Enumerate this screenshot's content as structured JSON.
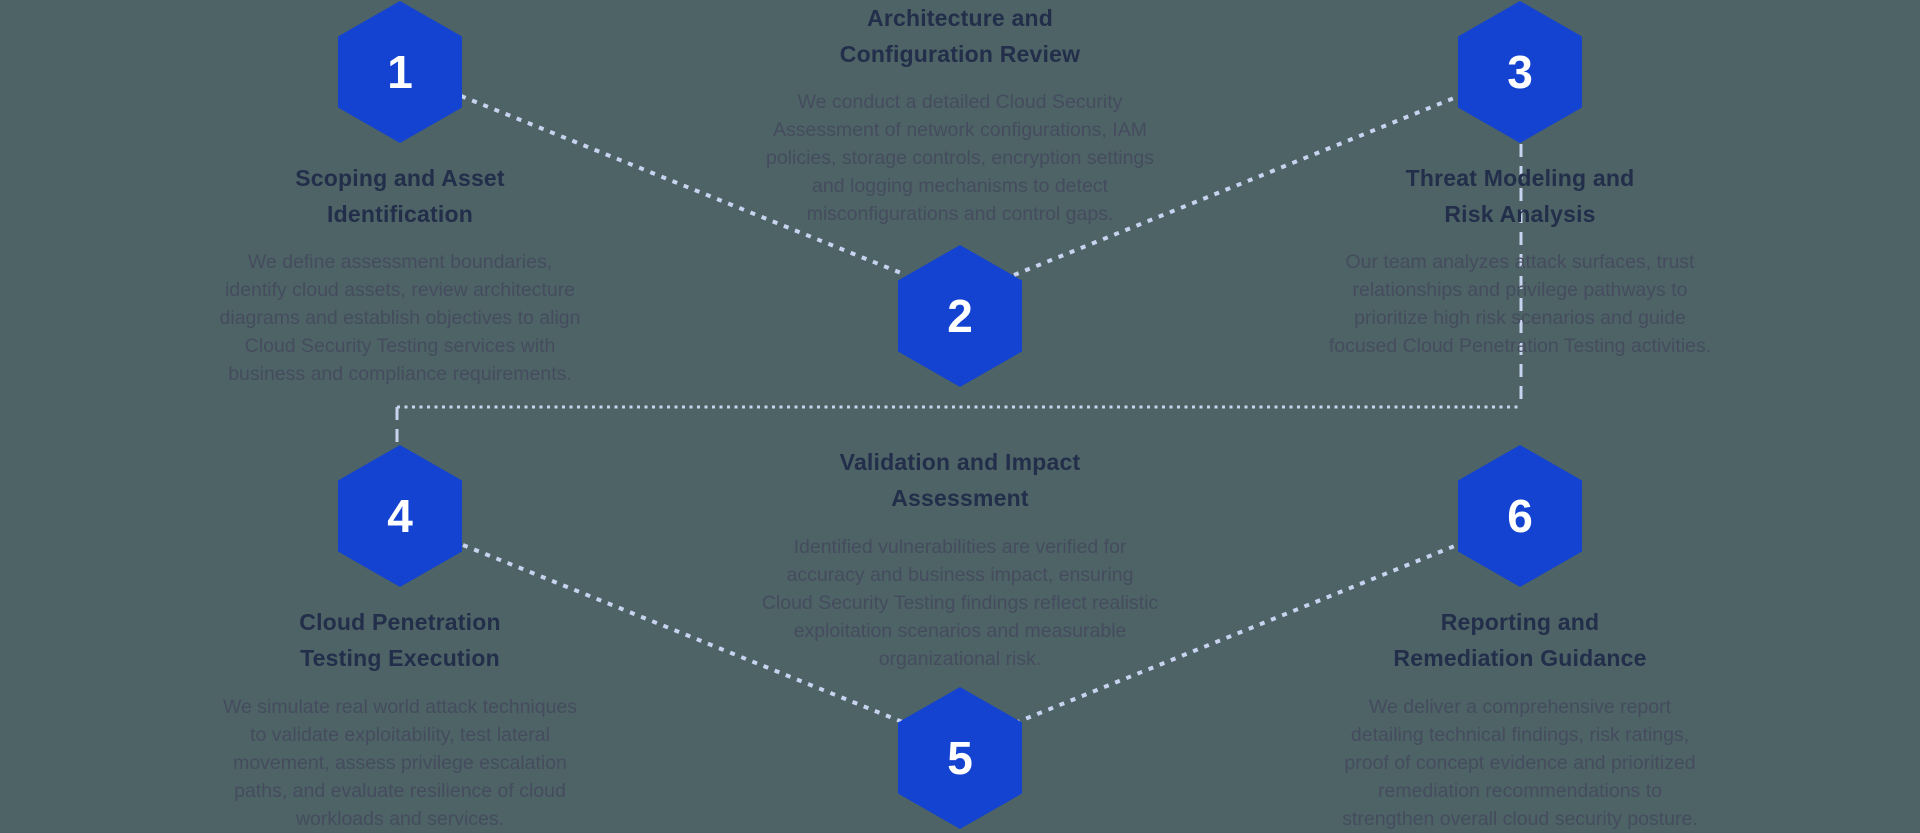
{
  "diagram": {
    "background_color": "#4d6366",
    "hexagon_color": "#1343d0",
    "title_color": "#232e4a",
    "body_text_color": "#454c5e",
    "connector_color": "#c8d3ef",
    "number_color": "#ffffff",
    "steps": [
      {
        "number": "1",
        "title_line1": "Scoping and Asset",
        "title_line2": "Identification",
        "desc_lines": [
          "We define assessment boundaries,",
          "identify cloud assets, review architecture",
          "diagrams and establish objectives to align",
          "Cloud Security Testing services with",
          "business and compliance requirements."
        ]
      },
      {
        "number": "2",
        "title_line1": "Architecture and",
        "title_line2": "Configuration Review",
        "desc_lines": [
          "We conduct a detailed Cloud Security",
          "Assessment of network configurations, IAM",
          "policies, storage controls, encryption settings",
          "and logging mechanisms to detect",
          "misconfigurations and control gaps."
        ]
      },
      {
        "number": "3",
        "title_line1": "Threat Modeling and",
        "title_line2": "Risk Analysis",
        "desc_lines": [
          "Our team analyzes attack surfaces, trust",
          "relationships and privilege pathways to",
          "prioritize high risk scenarios and guide",
          "focused Cloud Penetration Testing activities."
        ]
      },
      {
        "number": "4",
        "title_line1": "Cloud Penetration",
        "title_line2": "Testing Execution",
        "desc_lines": [
          "We simulate real world attack techniques",
          "to validate exploitability, test lateral",
          "movement, assess privilege escalation",
          "paths, and evaluate resilience of cloud",
          "workloads and services."
        ]
      },
      {
        "number": "5",
        "title_line1": "Validation and Impact",
        "title_line2": "Assessment",
        "desc_lines": [
          "Identified vulnerabilities are verified for",
          "accuracy and business impact, ensuring",
          "Cloud Security Testing findings reflect realistic",
          "exploitation scenarios and measurable",
          "organizational risk."
        ]
      },
      {
        "number": "6",
        "title_line1": "Reporting and",
        "title_line2": "Remediation Guidance",
        "desc_lines": [
          "We deliver a comprehensive report",
          "detailing technical findings, risk ratings,",
          "proof of concept evidence and prioritized",
          "remediation recommendations to",
          "strengthen overall cloud security posture."
        ]
      }
    ]
  }
}
